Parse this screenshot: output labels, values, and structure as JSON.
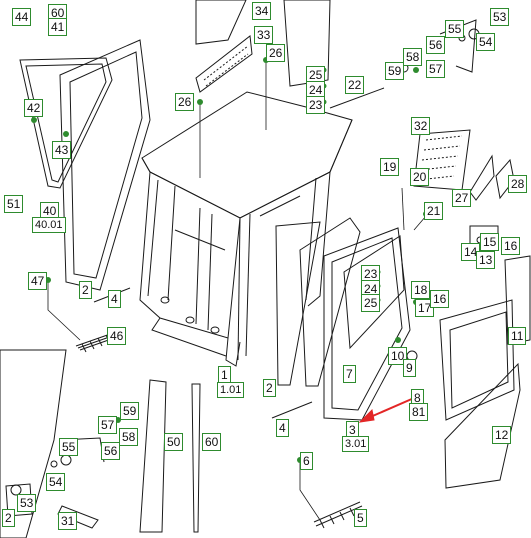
{
  "diagram": {
    "callouts": [
      {
        "id": "c44",
        "label": "44"
      },
      {
        "id": "c60",
        "label": "60"
      },
      {
        "id": "c41",
        "label": "41"
      },
      {
        "id": "c34",
        "label": "34"
      },
      {
        "id": "c33",
        "label": "33"
      },
      {
        "id": "c26a",
        "label": "26"
      },
      {
        "id": "c25a",
        "label": "25"
      },
      {
        "id": "c24a",
        "label": "24"
      },
      {
        "id": "c23a",
        "label": "23"
      },
      {
        "id": "c22",
        "label": "22"
      },
      {
        "id": "c26b",
        "label": "26"
      },
      {
        "id": "c42",
        "label": "42"
      },
      {
        "id": "c43",
        "label": "43"
      },
      {
        "id": "c55a",
        "label": "55"
      },
      {
        "id": "c56a",
        "label": "56"
      },
      {
        "id": "c54a",
        "label": "54"
      },
      {
        "id": "c53a",
        "label": "53"
      },
      {
        "id": "c58a",
        "label": "58"
      },
      {
        "id": "c59a",
        "label": "59"
      },
      {
        "id": "c57a",
        "label": "57"
      },
      {
        "id": "c32",
        "label": "32"
      },
      {
        "id": "c19",
        "label": "19"
      },
      {
        "id": "c20",
        "label": "20"
      },
      {
        "id": "c27",
        "label": "27"
      },
      {
        "id": "c28",
        "label": "28"
      },
      {
        "id": "c51",
        "label": "51"
      },
      {
        "id": "c40",
        "label": "40"
      },
      {
        "id": "c4001",
        "label": "40.01"
      },
      {
        "id": "c21",
        "label": "21"
      },
      {
        "id": "c14",
        "label": "14"
      },
      {
        "id": "c15",
        "label": "15"
      },
      {
        "id": "c16a",
        "label": "16"
      },
      {
        "id": "c13",
        "label": "13"
      },
      {
        "id": "c47",
        "label": "47"
      },
      {
        "id": "c2a",
        "label": "2"
      },
      {
        "id": "c4a",
        "label": "4"
      },
      {
        "id": "c23b",
        "label": "23"
      },
      {
        "id": "c24b",
        "label": "24"
      },
      {
        "id": "c25b",
        "label": "25"
      },
      {
        "id": "c18",
        "label": "18"
      },
      {
        "id": "c17",
        "label": "17"
      },
      {
        "id": "c16b",
        "label": "16"
      },
      {
        "id": "c46",
        "label": "46"
      },
      {
        "id": "c1",
        "label": "1"
      },
      {
        "id": "c101",
        "label": "1.01"
      },
      {
        "id": "c7",
        "label": "7"
      },
      {
        "id": "c10",
        "label": "10"
      },
      {
        "id": "c9",
        "label": "9"
      },
      {
        "id": "c2b",
        "label": "2"
      },
      {
        "id": "c8",
        "label": "8"
      },
      {
        "id": "c81",
        "label": "81"
      },
      {
        "id": "c11",
        "label": "11"
      },
      {
        "id": "c59b",
        "label": "59"
      },
      {
        "id": "c57b",
        "label": "57"
      },
      {
        "id": "c58b",
        "label": "58"
      },
      {
        "id": "c4b",
        "label": "4"
      },
      {
        "id": "c3",
        "label": "3"
      },
      {
        "id": "c301",
        "label": "3.01"
      },
      {
        "id": "c12",
        "label": "12"
      },
      {
        "id": "c55b",
        "label": "55"
      },
      {
        "id": "c56b",
        "label": "56"
      },
      {
        "id": "c50",
        "label": "50"
      },
      {
        "id": "c60b",
        "label": "60"
      },
      {
        "id": "c6",
        "label": "6"
      },
      {
        "id": "c54b",
        "label": "54"
      },
      {
        "id": "c53b",
        "label": "53"
      },
      {
        "id": "c31",
        "label": "31"
      },
      {
        "id": "c5",
        "label": "5"
      },
      {
        "id": "c2c",
        "label": "2"
      }
    ],
    "colors": {
      "line": "#1a1a1a",
      "callout_border": "#2e8b2e",
      "pointer_arrow": "#e32626",
      "dot": "#2e8b2e"
    }
  }
}
